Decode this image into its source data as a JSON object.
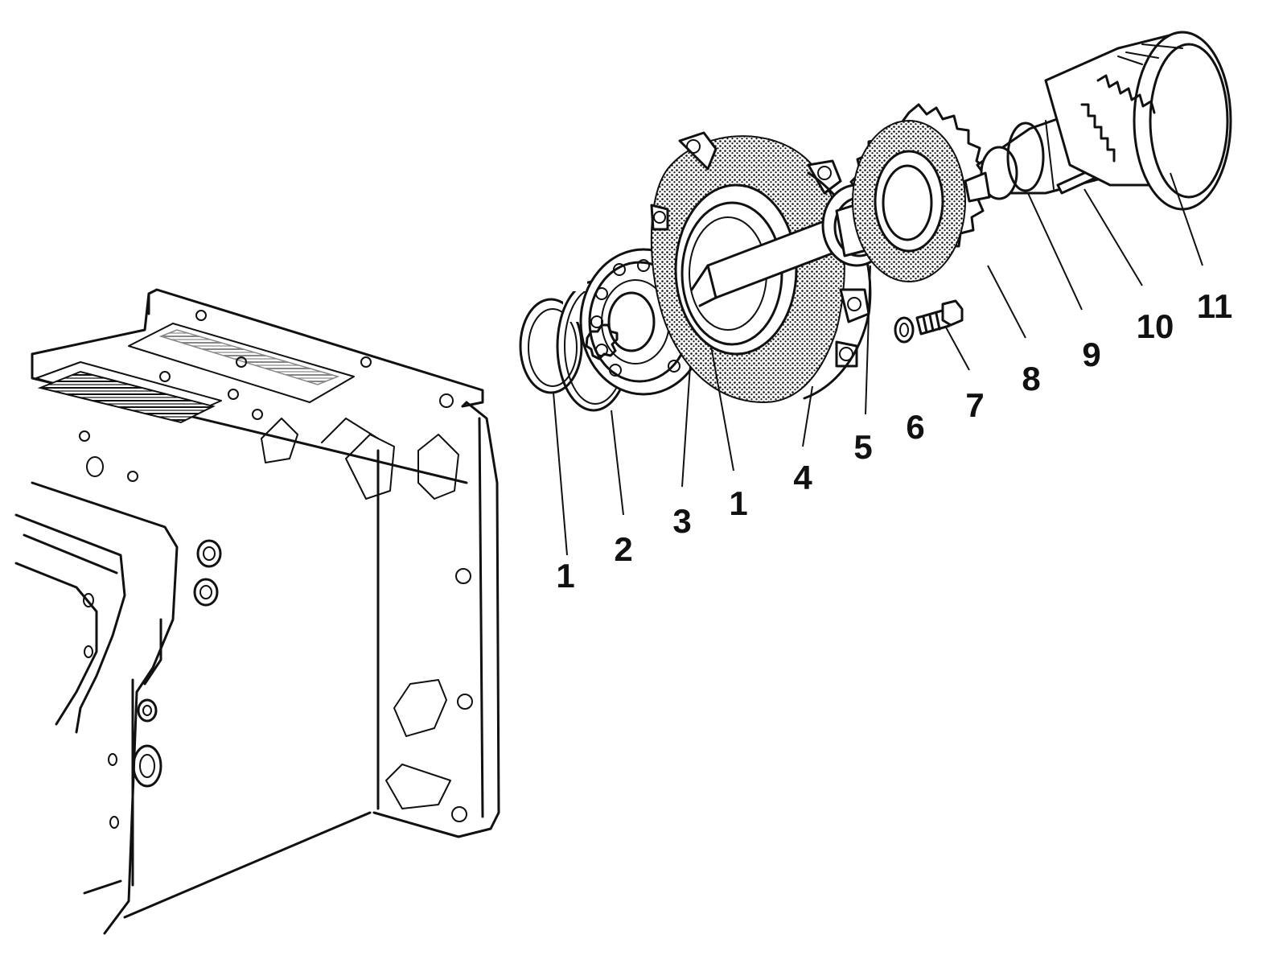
{
  "callouts": [
    {
      "label": "1"
    },
    {
      "label": "2"
    },
    {
      "label": "3"
    },
    {
      "label": "1"
    },
    {
      "label": "4"
    },
    {
      "label": "5"
    },
    {
      "label": "6"
    },
    {
      "label": "7"
    },
    {
      "label": "8"
    },
    {
      "label": "9"
    },
    {
      "label": "10"
    },
    {
      "label": "11"
    }
  ]
}
